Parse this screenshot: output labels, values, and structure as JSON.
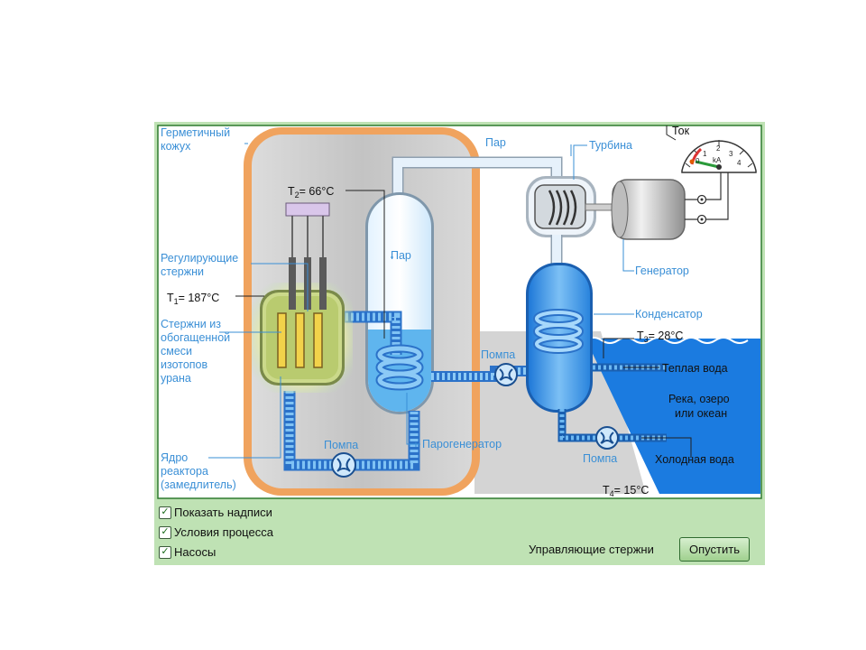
{
  "labels": {
    "containment": "Герметичный кожух",
    "containment_line1": "Герметичный",
    "containment_line2": "кожух",
    "steam_top": "Пар",
    "turbine": "Турбина",
    "current": "Ток",
    "t2": "T2= 66°C",
    "t2_main": "T",
    "t2_sub": "2",
    "t2_val": "= 66°C",
    "steam_inner": "Пар",
    "control_rods_line1": "Регулирующие",
    "control_rods_line2": "стержни",
    "t1_main": "T",
    "t1_sub": "1",
    "t1_val": "= 187°C",
    "fuel_line1": "Стержни из",
    "fuel_line2": "обогащенной",
    "fuel_line3": "смеси",
    "fuel_line4": "изотопов",
    "fuel_line5": "урана",
    "generator": "Генератор",
    "condenser": "Конденсатор",
    "t3_main": "T",
    "t3_sub": "3",
    "t3_val": "= 28°C",
    "pump_mid": "Помпа",
    "warm_water": "Теплая вода",
    "river_line1": "Река, озеро",
    "river_line2": "или океан",
    "pump_bottom": "Помпа",
    "steam_generator": "Парогенератор",
    "core_line1": "Ядро",
    "core_line2": "реактора",
    "core_line3": "(замедлитель)",
    "pump_right": "Помпа",
    "cold_water": "Холодная вода",
    "t4_main": "T",
    "t4_sub": "4",
    "t4_val": "= 15°C"
  },
  "meter": {
    "scale": [
      "0",
      "1",
      "2",
      "3",
      "4"
    ],
    "unit": "kA",
    "needle_value_kA": 0
  },
  "controls": {
    "show_labels": {
      "label": "Показать надписи",
      "checked": true
    },
    "process_conditions": {
      "label": "Условия процесса",
      "checked": true
    },
    "pumps": {
      "label": "Насосы",
      "checked": true
    },
    "rods_label": "Управляющие стержни",
    "lower_button": "Опустить"
  },
  "colors": {
    "frame": "#bfe2b4",
    "containment": "#f0a35e",
    "water": "#4aa3ea",
    "label": "#3a8fd6"
  }
}
